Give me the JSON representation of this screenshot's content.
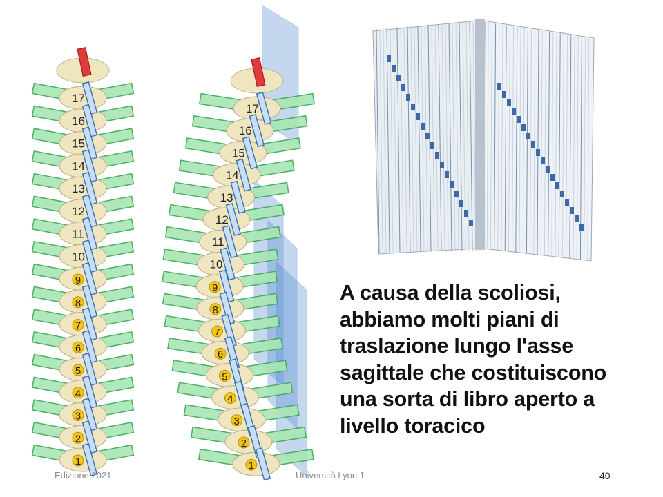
{
  "slide": {
    "text_lines": [
      "A causa della scoliosi,",
      "abbiamo molti piani di",
      "traslazione lungo l'asse",
      "sagittale che costituiscono",
      "una sorta di libro aperto a",
      "livello toracico"
    ],
    "footer_left": "Edizione 2021",
    "footer_center": "Università Lyon 1",
    "page_number": "40"
  },
  "diagram": {
    "vertebra_labels": [
      "17",
      "16",
      "15",
      "14",
      "13",
      "12",
      "11",
      "10",
      "9",
      "8",
      "7",
      "6",
      "5",
      "4",
      "3",
      "2",
      "1"
    ],
    "highlighted_labels": [
      "9",
      "8",
      "7",
      "6",
      "5",
      "4",
      "3",
      "2",
      "1"
    ],
    "colors": {
      "bone": "#efe6c0",
      "bone_stroke": "#bfb58a",
      "rib_fill": "#a8e6b4",
      "rib_stroke": "#37a852",
      "axis_stroke": "#3a6fb0",
      "axis_fill": "#c8def4",
      "red_marker": "#e03a3a",
      "plane_fill": "#5a8fd4",
      "label_badge": "#f5c518"
    }
  },
  "book_photo": {
    "icon": "open-book-photo"
  }
}
